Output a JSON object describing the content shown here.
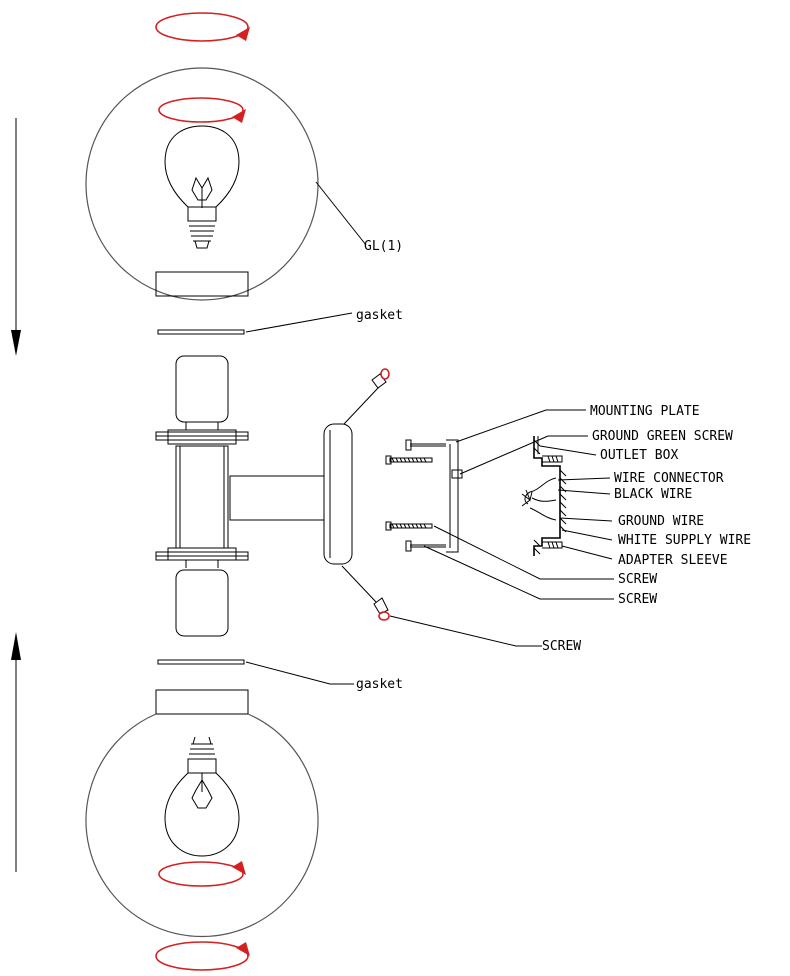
{
  "labels": {
    "globe": "GL(1)",
    "gasket_top": "gasket",
    "gasket_bottom": "gasket",
    "mounting_plate": "MOUNTING PLATE",
    "ground_green_screw": "GROUND GREEN SCREW",
    "outlet_box": "OUTLET BOX",
    "wire_connector": "WIRE CONNECTOR",
    "black_wire": "BLACK WIRE",
    "ground_wire": "GROUND WIRE",
    "white_supply_wire": "WHITE SUPPLY WIRE",
    "adapter_sleeve": "ADAPTER SLEEVE",
    "screw_1": "SCREW",
    "screw_2": "SCREW",
    "screw_3": "SCREW"
  },
  "colors": {
    "line": "#000000",
    "rotation_arrow": "#d42020",
    "globe_outline": "#555555"
  },
  "icons": {
    "rotation": "circular-arrow-icon",
    "bulb": "light-bulb-icon",
    "direction": "straight-arrow-icon"
  }
}
